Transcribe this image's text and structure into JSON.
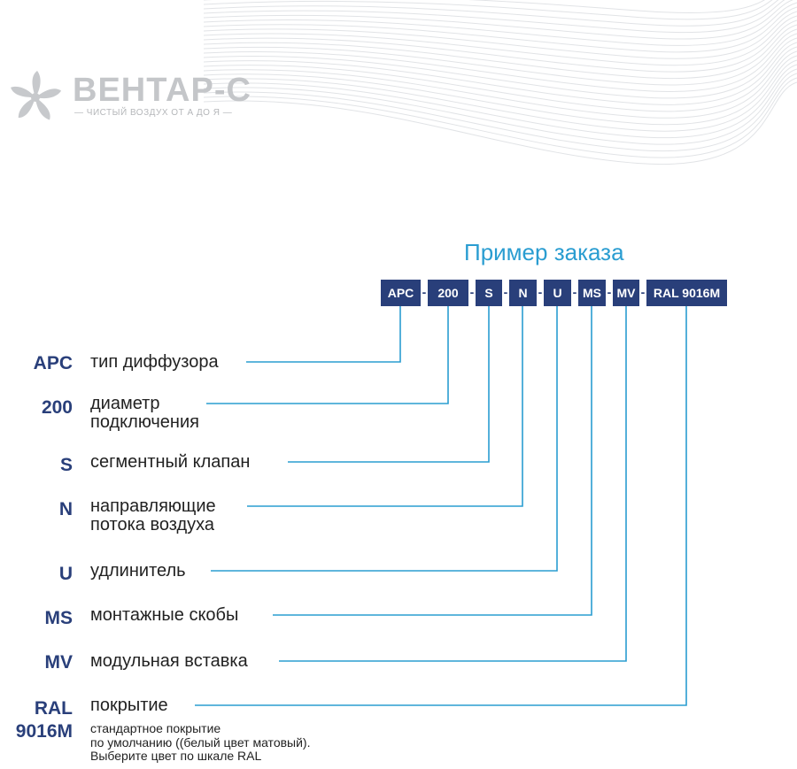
{
  "brand": {
    "name": "ВЕНТАР-С",
    "tagline": "— ЧИСТЫЙ ВОЗДУХ ОТ А ДО Я —",
    "logo_icon": "fan-icon",
    "color": "#c4c6c9"
  },
  "order_example": {
    "title": "Пример заказа",
    "title_color": "#2a9dd1",
    "box_color": "#293f7a",
    "line_color": "#2a9dd1",
    "separator": "-",
    "segments": [
      "APC",
      "200",
      "S",
      "N",
      "U",
      "MS",
      "MV",
      "RAL 9016M"
    ]
  },
  "legend": [
    {
      "code": "APC",
      "description": "тип диффузора"
    },
    {
      "code": "200",
      "description": "диаметр\nподключения"
    },
    {
      "code": "S",
      "description": "сегментный клапан"
    },
    {
      "code": "N",
      "description": "направляющие\nпотока воздуха"
    },
    {
      "code": "U",
      "description": "удлинитель"
    },
    {
      "code": "MS",
      "description": "монтажные скобы"
    },
    {
      "code": "MV",
      "description": "модульная вставка"
    },
    {
      "code": "RAL\n9016M",
      "description": "покрытие"
    }
  ],
  "note": "стандартное покрытие\nпо умолчанию ((белый цвет матовый).\nВыберите цвет по шкале RAL"
}
